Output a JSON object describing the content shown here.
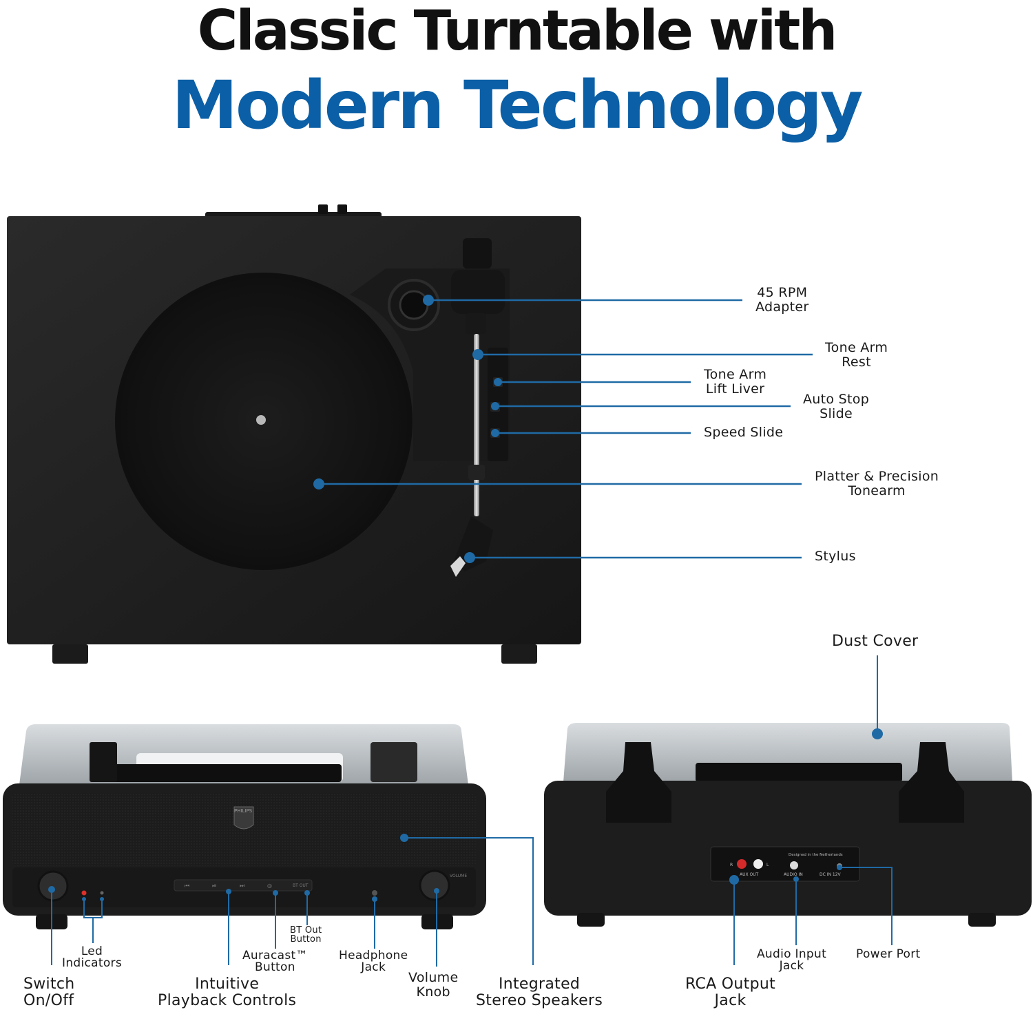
{
  "headline": {
    "line1": "Classic Turntable with",
    "line2": "Modern Technology"
  },
  "colors": {
    "accent": "#0b5fa6",
    "callout_line": "#1f6aa5",
    "body_dark": "#1e1e1e",
    "text": "#1a1a1a"
  },
  "top_view": {
    "callouts": [
      {
        "line1": "45 RPM",
        "line2": "Adapter"
      },
      {
        "line1": "Tone Arm",
        "line2": "Rest"
      },
      {
        "line1": "Tone Arm",
        "line2": "Lift Liver"
      },
      {
        "line1": "Auto Stop",
        "line2": "Slide"
      },
      {
        "line1": "Speed Slide",
        "line2": ""
      },
      {
        "line1": "Platter & Precision",
        "line2": "Tonearm"
      },
      {
        "line1": "Stylus",
        "line2": ""
      }
    ]
  },
  "front_view": {
    "brand": "PHILIPS",
    "panel_label": "VOLUME",
    "buttons": [
      "⏮",
      "⏯",
      "⏭",
      "◎",
      "BT OUT"
    ],
    "callouts": [
      {
        "line1": "Switch",
        "line2": "On/Off"
      },
      {
        "line1": "Led",
        "line2": "Indicators"
      },
      {
        "line1": "Intuitive",
        "line2": "Playback Controls"
      },
      {
        "line1": "Auracast™",
        "line2": "Button"
      },
      {
        "line1": "BT Out",
        "line2": "Button"
      },
      {
        "line1": "Headphone",
        "line2": "Jack"
      },
      {
        "line1": "Volume",
        "line2": "Knob"
      },
      {
        "line1": "Integrated",
        "line2": "Stereo Speakers"
      }
    ]
  },
  "back_view": {
    "panel_text": {
      "designed": "Designed in the Netherlands",
      "aux_out": "AUX OUT",
      "audio_in": "AUDIO IN",
      "dc_in": "DC IN 12V",
      "r": "R",
      "l": "L"
    },
    "callouts": [
      {
        "line1": "Dust Cover",
        "line2": ""
      },
      {
        "line1": "RCA Output",
        "line2": "Jack"
      },
      {
        "line1": "Audio Input",
        "line2": "Jack"
      },
      {
        "line1": "Power Port",
        "line2": ""
      }
    ]
  }
}
